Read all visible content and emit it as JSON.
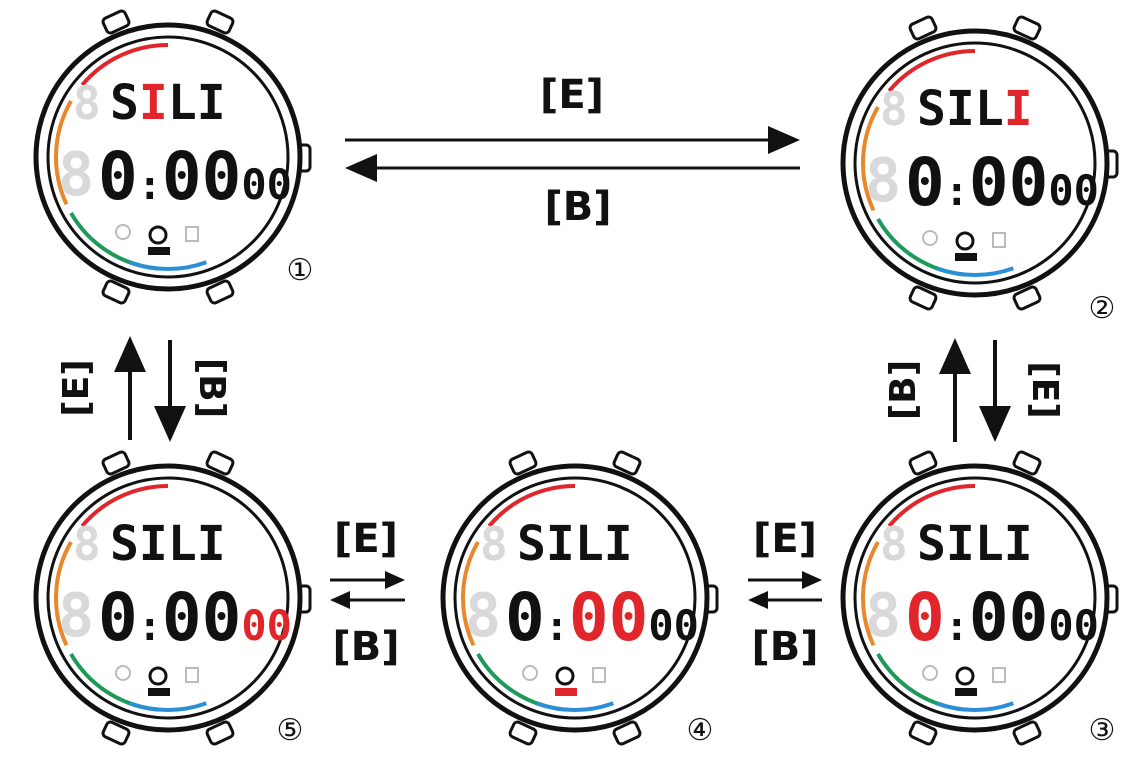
{
  "colors": {
    "red": "#e0262b",
    "orange": "#e9882b",
    "green": "#1d9a5a",
    "blue": "#2a8fd6",
    "ink": "#111111"
  },
  "watches": [
    {
      "num": "①",
      "text": "SILI",
      "time": "0:00",
      "hund": "00",
      "highlight": "text_char_2"
    },
    {
      "num": "②",
      "text": "SILI",
      "time": "0:00",
      "hund": "00",
      "highlight": "text_char_4"
    },
    {
      "num": "③",
      "text": "SILI",
      "time": "0:00",
      "hund": "00",
      "highlight": "minutes"
    },
    {
      "num": "④",
      "text": "SILI",
      "time": "0:00",
      "hund": "00",
      "highlight": "seconds"
    },
    {
      "num": "⑤",
      "text": "SILI",
      "time": "0:00",
      "hund": "00",
      "highlight": "hundredths"
    }
  ],
  "arrows": {
    "top_forward": "[E]",
    "top_back": "[B]",
    "left_up": "[E]",
    "left_down": "[B]",
    "right_up": "[B]",
    "right_down": "[E]",
    "bottom_left_forward": "[E]",
    "bottom_left_back": "[B]",
    "bottom_right_forward": "[E]",
    "bottom_right_back": "[B]"
  }
}
